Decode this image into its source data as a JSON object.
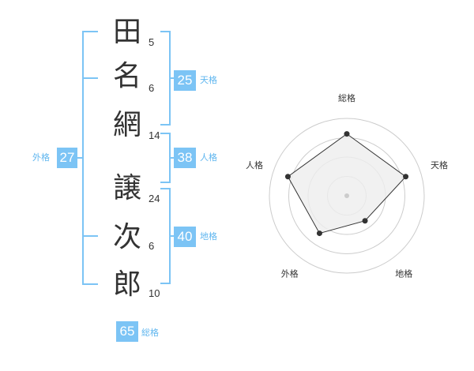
{
  "name": {
    "chars": [
      {
        "char": "田",
        "strokes": 5
      },
      {
        "char": "名",
        "strokes": 6
      },
      {
        "char": "網",
        "strokes": 14
      },
      {
        "char": "譲",
        "strokes": 24
      },
      {
        "char": "次",
        "strokes": 6
      },
      {
        "char": "郎",
        "strokes": 10
      }
    ]
  },
  "kaku": {
    "tenkaku": {
      "value": 25,
      "label": "天格"
    },
    "jinkaku": {
      "value": 38,
      "label": "人格"
    },
    "chikaku": {
      "value": 40,
      "label": "地格"
    },
    "gaikaku": {
      "value": 27,
      "label": "外格"
    },
    "soukaku": {
      "value": 65,
      "label": "総格"
    }
  },
  "colors": {
    "accent": "#7cc4f5",
    "accent_text": "#5fb6ef",
    "text": "#333333",
    "radar_fill": "#eeeeee",
    "radar_line": "#333333",
    "grid": "#cccccc"
  },
  "chart_data": {
    "type": "radar",
    "categories": [
      "総格",
      "天格",
      "地格",
      "外格",
      "人格"
    ],
    "values": [
      4,
      4,
      2,
      3,
      4
    ],
    "range": [
      0,
      5
    ],
    "rings": 4,
    "grid": true
  }
}
